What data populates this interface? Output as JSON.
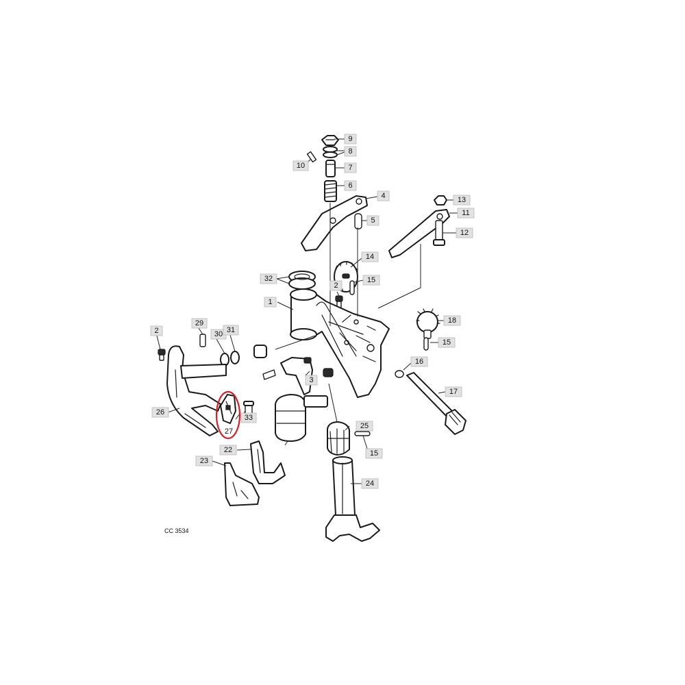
{
  "diagram": {
    "reference_code": "CC 3534",
    "highlight_color": "#d0202a",
    "callouts": {
      "c1": "1",
      "c2a": "2",
      "c2b": "2",
      "c3": "3",
      "c4": "4",
      "c5": "5",
      "c6": "6",
      "c7": "7",
      "c8": "8",
      "c9": "9",
      "c10": "10",
      "c11": "11",
      "c12": "12",
      "c13": "13",
      "c14": "14",
      "c15a": "15",
      "c15b": "15",
      "c15c": "15",
      "c16": "16",
      "c17": "17",
      "c18": "18",
      "c22": "22",
      "c23": "23",
      "c24": "24",
      "c25": "25",
      "c26": "26",
      "c27": "27",
      "c29": "29",
      "c30": "30",
      "c31": "31",
      "c32": "32",
      "c33": "33"
    }
  }
}
